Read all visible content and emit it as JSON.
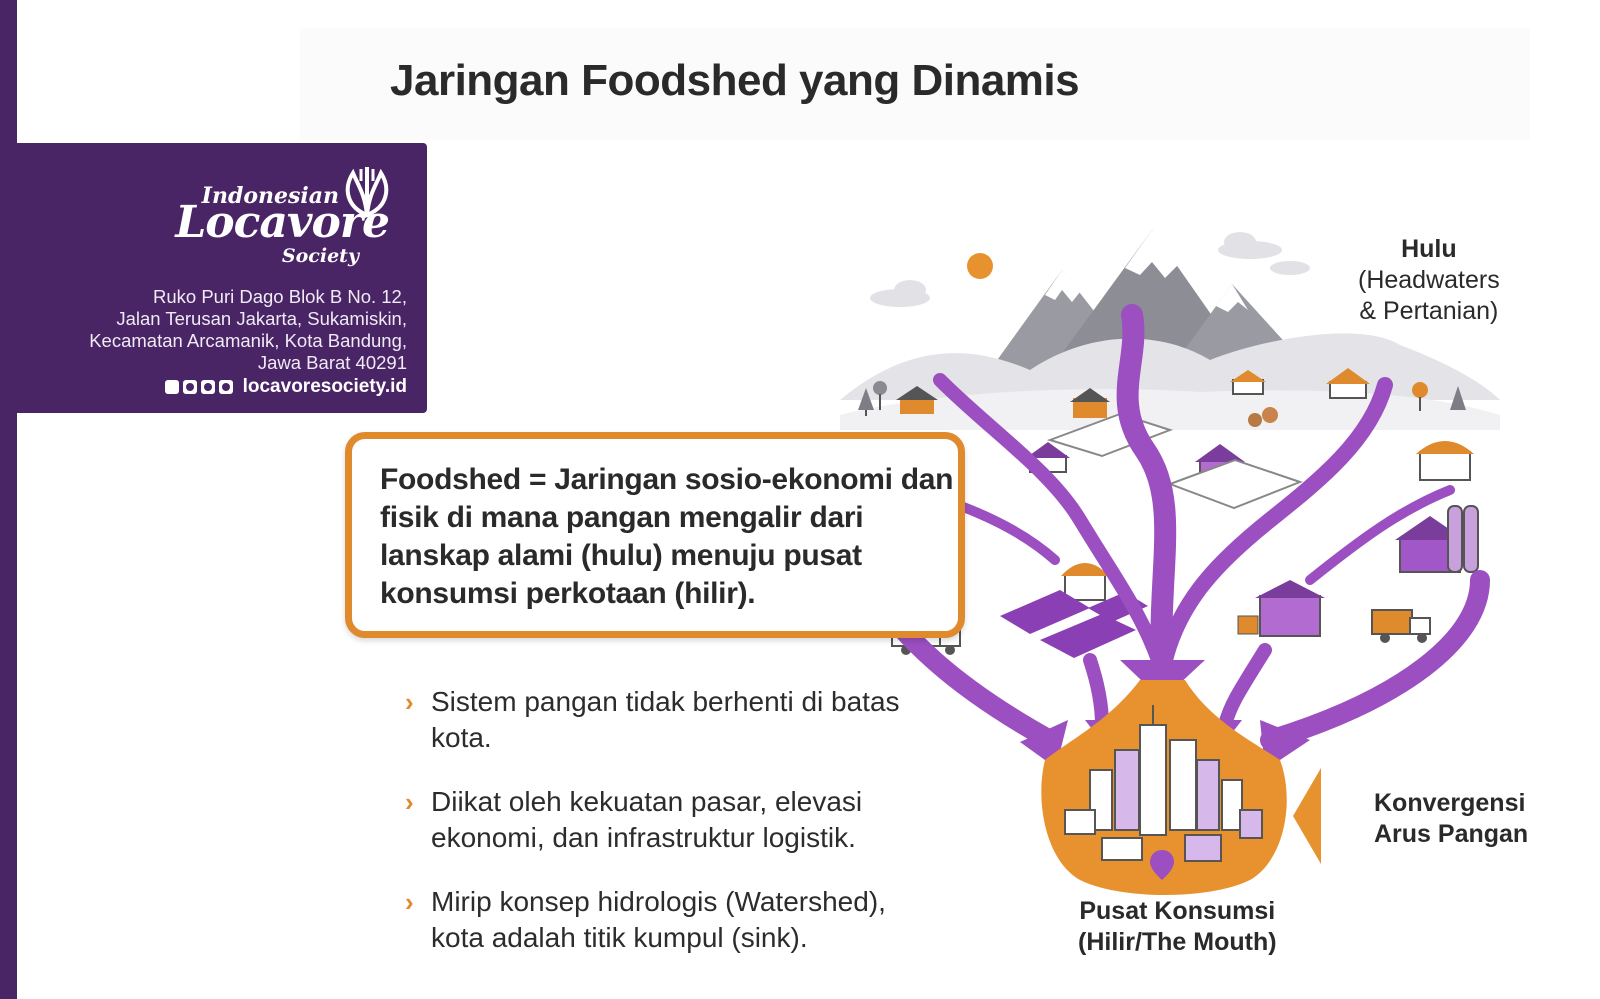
{
  "title": "Jaringan Foodshed yang Dinamis",
  "brand": {
    "logo_line1": "Indonesian",
    "logo_line2": "Locavore",
    "logo_line3": "Society",
    "address": [
      "Ruko Puri Dago Blok B No. 12,",
      "Jalan Terusan Jakarta, Sukamiskin,",
      "Kecamatan Arcamanik, Kota Bandung,",
      "Jawa Barat 40291"
    ],
    "social_icons": [
      "facebook-icon",
      "instagram-icon",
      "tiktok-icon",
      "youtube-icon"
    ],
    "website": "locavoresociety.id",
    "color": "#4a2565"
  },
  "definition": "Foodshed = Jaringan sosio-ekonomi dan fisik di mana pangan mengalir dari lanskap alami (hulu) menuju pusat konsumsi perkotaan (hilir).",
  "bullets": [
    "Sistem pangan tidak berhenti di batas kota.",
    "Diikat oleh kekuatan pasar, elevasi ekonomi, dan infrastruktur logistik.",
    "Mirip konsep hidrologis (Watershed), kota adalah titik kumpul (sink)."
  ],
  "diagram": {
    "hulu_title": "Hulu",
    "hulu_line1": "(Headwaters",
    "hulu_line2": "& Pertanian)",
    "konvergensi_line1": "Konvergensi",
    "konvergensi_line2": "Arus Pangan",
    "pusat_line1": "Pusat Konsumsi",
    "pusat_line2": "(Hilir/The Mouth)"
  },
  "colors": {
    "accent_orange": "#e08a2e",
    "purple": "#9b4fc0",
    "dark_purple": "#4a2565"
  }
}
